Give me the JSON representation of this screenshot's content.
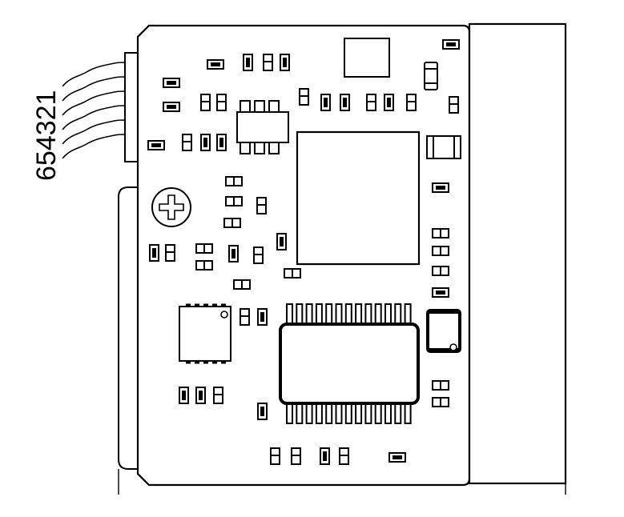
{
  "connector": {
    "pin_numbers": "654321",
    "pin_count": 6
  },
  "colors": {
    "line": "#000000",
    "background": "#ffffff",
    "fill_dark": "#000000"
  },
  "icons": {
    "mounting_hole": "screw-head-cross",
    "pin1_marker": "circle-dot"
  }
}
